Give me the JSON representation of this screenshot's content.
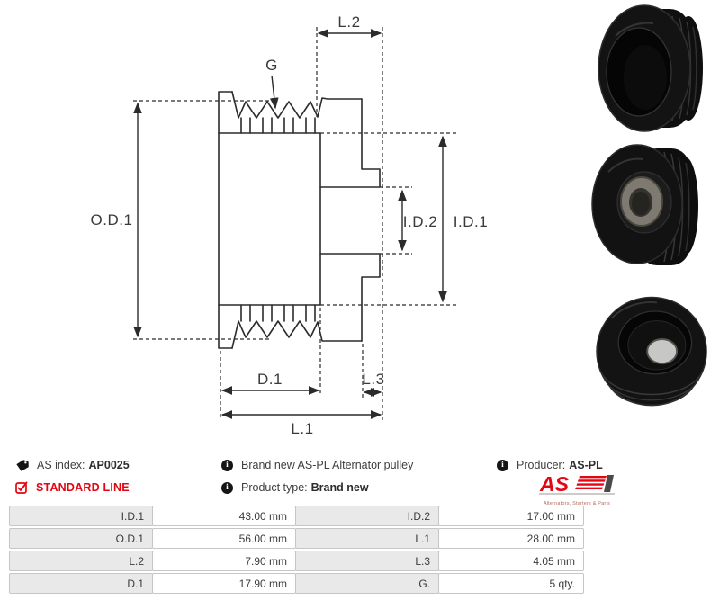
{
  "drawing": {
    "labels": {
      "od1": "O.D.1",
      "id1": "I.D.1",
      "id2": "I.D.2",
      "d1": "D.1",
      "l1": "L.1",
      "l2": "L.2",
      "l3": "L.3",
      "g": "G"
    }
  },
  "info": {
    "as_index_label": "AS index:",
    "as_index_value": "AP0025",
    "standard_line_label": "STANDARD LINE",
    "description": "Brand new AS-PL Alternator pulley",
    "product_type_label": "Product type:",
    "product_type_value": "Brand new",
    "producer_label": "Producer:",
    "producer_value": "AS-PL"
  },
  "logo": {
    "text": "AS",
    "subtext": "Alternators, Starters & Parts"
  },
  "specs": {
    "left": [
      {
        "label": "I.D.1",
        "value": "43.00 mm"
      },
      {
        "label": "O.D.1",
        "value": "56.00 mm"
      },
      {
        "label": "L.2",
        "value": "7.90 mm"
      },
      {
        "label": "D.1",
        "value": "17.90 mm"
      }
    ],
    "right": [
      {
        "label": "I.D.2",
        "value": "17.00 mm"
      },
      {
        "label": "L.1",
        "value": "28.00 mm"
      },
      {
        "label": "L.3",
        "value": "4.05 mm"
      },
      {
        "label": "G.",
        "value": "5 qty."
      }
    ]
  },
  "colors": {
    "accent_red": "#e30613",
    "line": "#2b2b2b",
    "table_gray": "#e9e9e9",
    "table_border": "#c6c6c6"
  }
}
